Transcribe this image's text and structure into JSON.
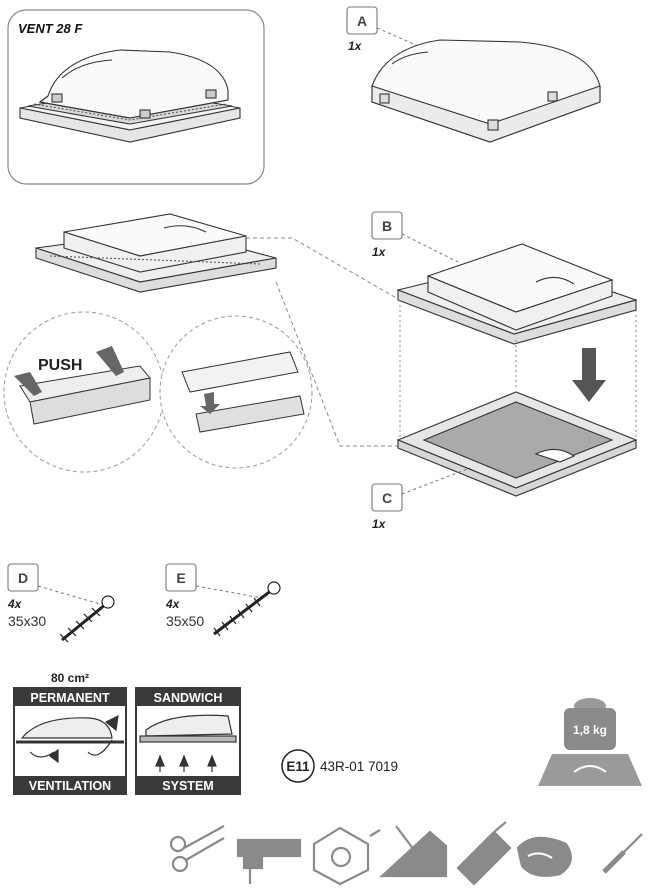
{
  "product": {
    "title": "VENT 28 F"
  },
  "parts": {
    "a": {
      "letter": "A",
      "qty": "1x"
    },
    "b": {
      "letter": "B",
      "qty": "1x"
    },
    "c": {
      "letter": "C",
      "qty": "1x"
    },
    "d": {
      "letter": "D",
      "qty": "4x",
      "size": "35x30"
    },
    "e": {
      "letter": "E",
      "qty": "4x",
      "size": "35x50"
    }
  },
  "push_label": "PUSH",
  "ventilation": {
    "area": "80 cm²",
    "top": "PERMANENT",
    "bottom": "VENTILATION"
  },
  "sandwich": {
    "top": "SANDWICH",
    "bottom": "SYSTEM"
  },
  "certification": {
    "mark": "E11",
    "code": "43R-01 7019"
  },
  "weight": "1,8 kg",
  "tools": [
    "scissors-icon",
    "jigsaw-icon",
    "drill-hole-icon",
    "sealant-applicator-icon",
    "sealant-tube-icon",
    "cleaning-cloth-icon",
    "screwdriver-icon"
  ],
  "colors": {
    "line": "#333333",
    "badge": "#3a3a3a",
    "tool": "#8a8a8a",
    "frame_fill": "#eeeeee"
  }
}
